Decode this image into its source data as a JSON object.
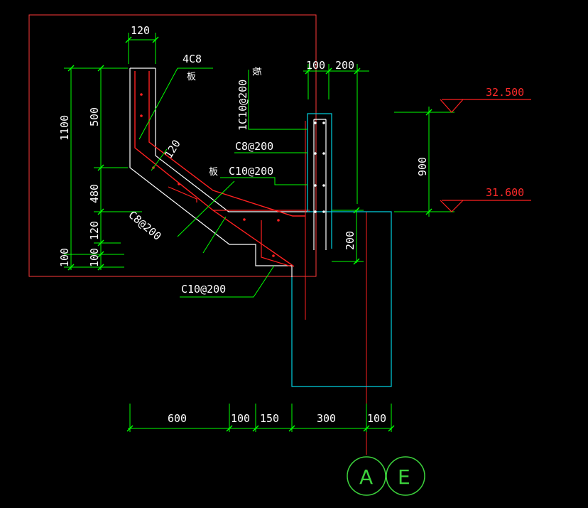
{
  "colors": {
    "background": "#000000",
    "dimension": "#00ff00",
    "outline": "#ffffff",
    "rebar": "#ff2020",
    "frame": "#ff3a3a",
    "column": "#00d0e0",
    "text": "#ffffff"
  },
  "dimensions": {
    "top_120": "120",
    "left_1100": "1100",
    "left_500": "500",
    "left_480": "480",
    "left_120": "120",
    "left_100a": "100",
    "left_100b": "100",
    "slab_120": "120",
    "col_100": "100",
    "col_200": "200",
    "right_900": "900",
    "right_200": "200",
    "bottom": [
      "600",
      "100",
      "150",
      "300",
      "100"
    ]
  },
  "labels": {
    "bar_4c8": "4C8",
    "bar_c10_vertical": "1C10@200",
    "bar_c8_200_right": "C8@200",
    "bar_c10_200_mid": "C10@200",
    "bar_c8_200_slant": "C8@200",
    "bar_c10_200_bottom": "C10@200",
    "note_a": "板",
    "note_b": "板",
    "note_c": "板"
  },
  "elevations": {
    "top": "32.500",
    "bottom": "31.600"
  },
  "axes": {
    "a": "A",
    "e": "E"
  }
}
